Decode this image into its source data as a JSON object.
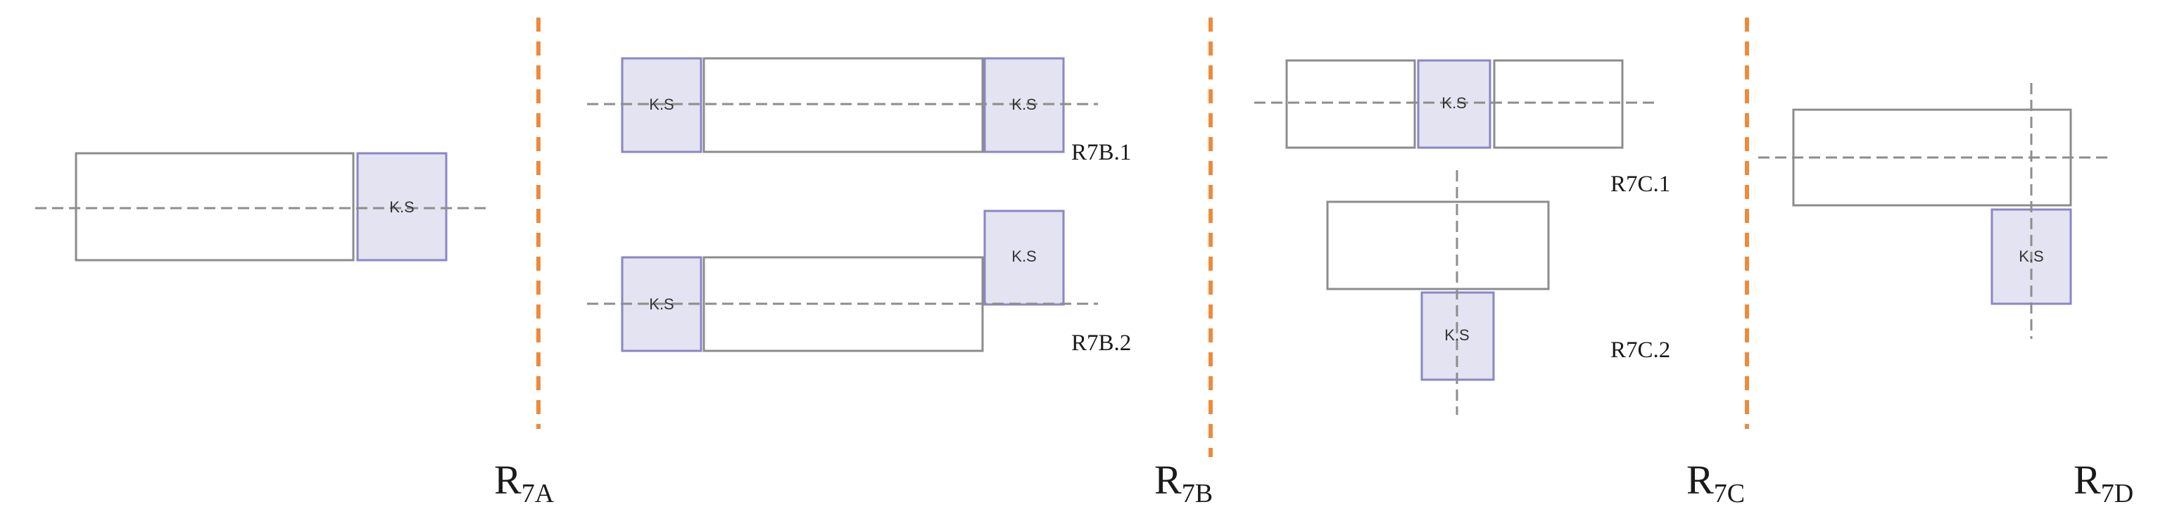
{
  "ks_label": "K.S",
  "colors": {
    "separator": "#ef8a3a",
    "ks_fill": "#e4e3f1",
    "ks_stroke": "#8a86c6",
    "outline": "#8c8c8c",
    "dashed_axis": "#8d8d8d"
  },
  "regions": [
    {
      "main": "R",
      "sub": "7A"
    },
    {
      "main": "R",
      "sub": "7B"
    },
    {
      "main": "R",
      "sub": "7C"
    },
    {
      "main": "R",
      "sub": "7D"
    }
  ],
  "cases": {
    "r7b1": "R7B.1",
    "r7b2": "R7B.2",
    "r7c1": "R7C.1",
    "r7c2": "R7C.2"
  }
}
